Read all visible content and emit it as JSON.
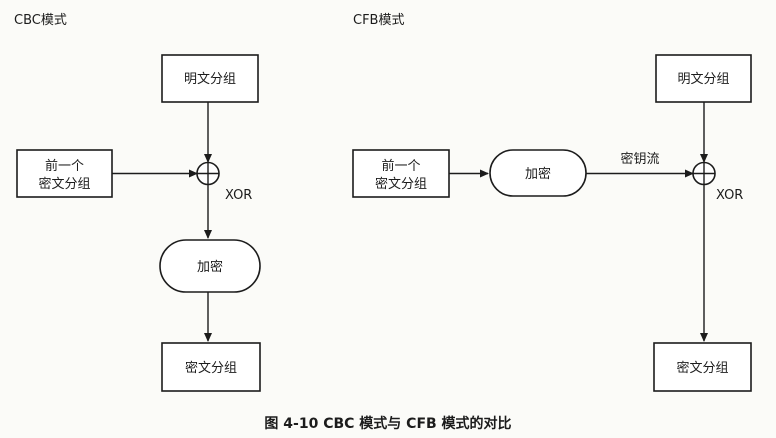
{
  "cbc": {
    "title": "CBC模式",
    "plaintext": "明文分组",
    "prev_line1": "前一个",
    "prev_line2": "密文分组",
    "xor": "XOR",
    "encrypt": "加密",
    "ciphertext": "密文分组"
  },
  "cfb": {
    "title": "CFB模式",
    "plaintext": "明文分组",
    "prev_line1": "前一个",
    "prev_line2": "密文分组",
    "encrypt": "加密",
    "keystream": "密钥流",
    "xor": "XOR",
    "ciphertext": "密文分组"
  },
  "caption": "图 4-10 CBC 模式与 CFB 模式的对比"
}
